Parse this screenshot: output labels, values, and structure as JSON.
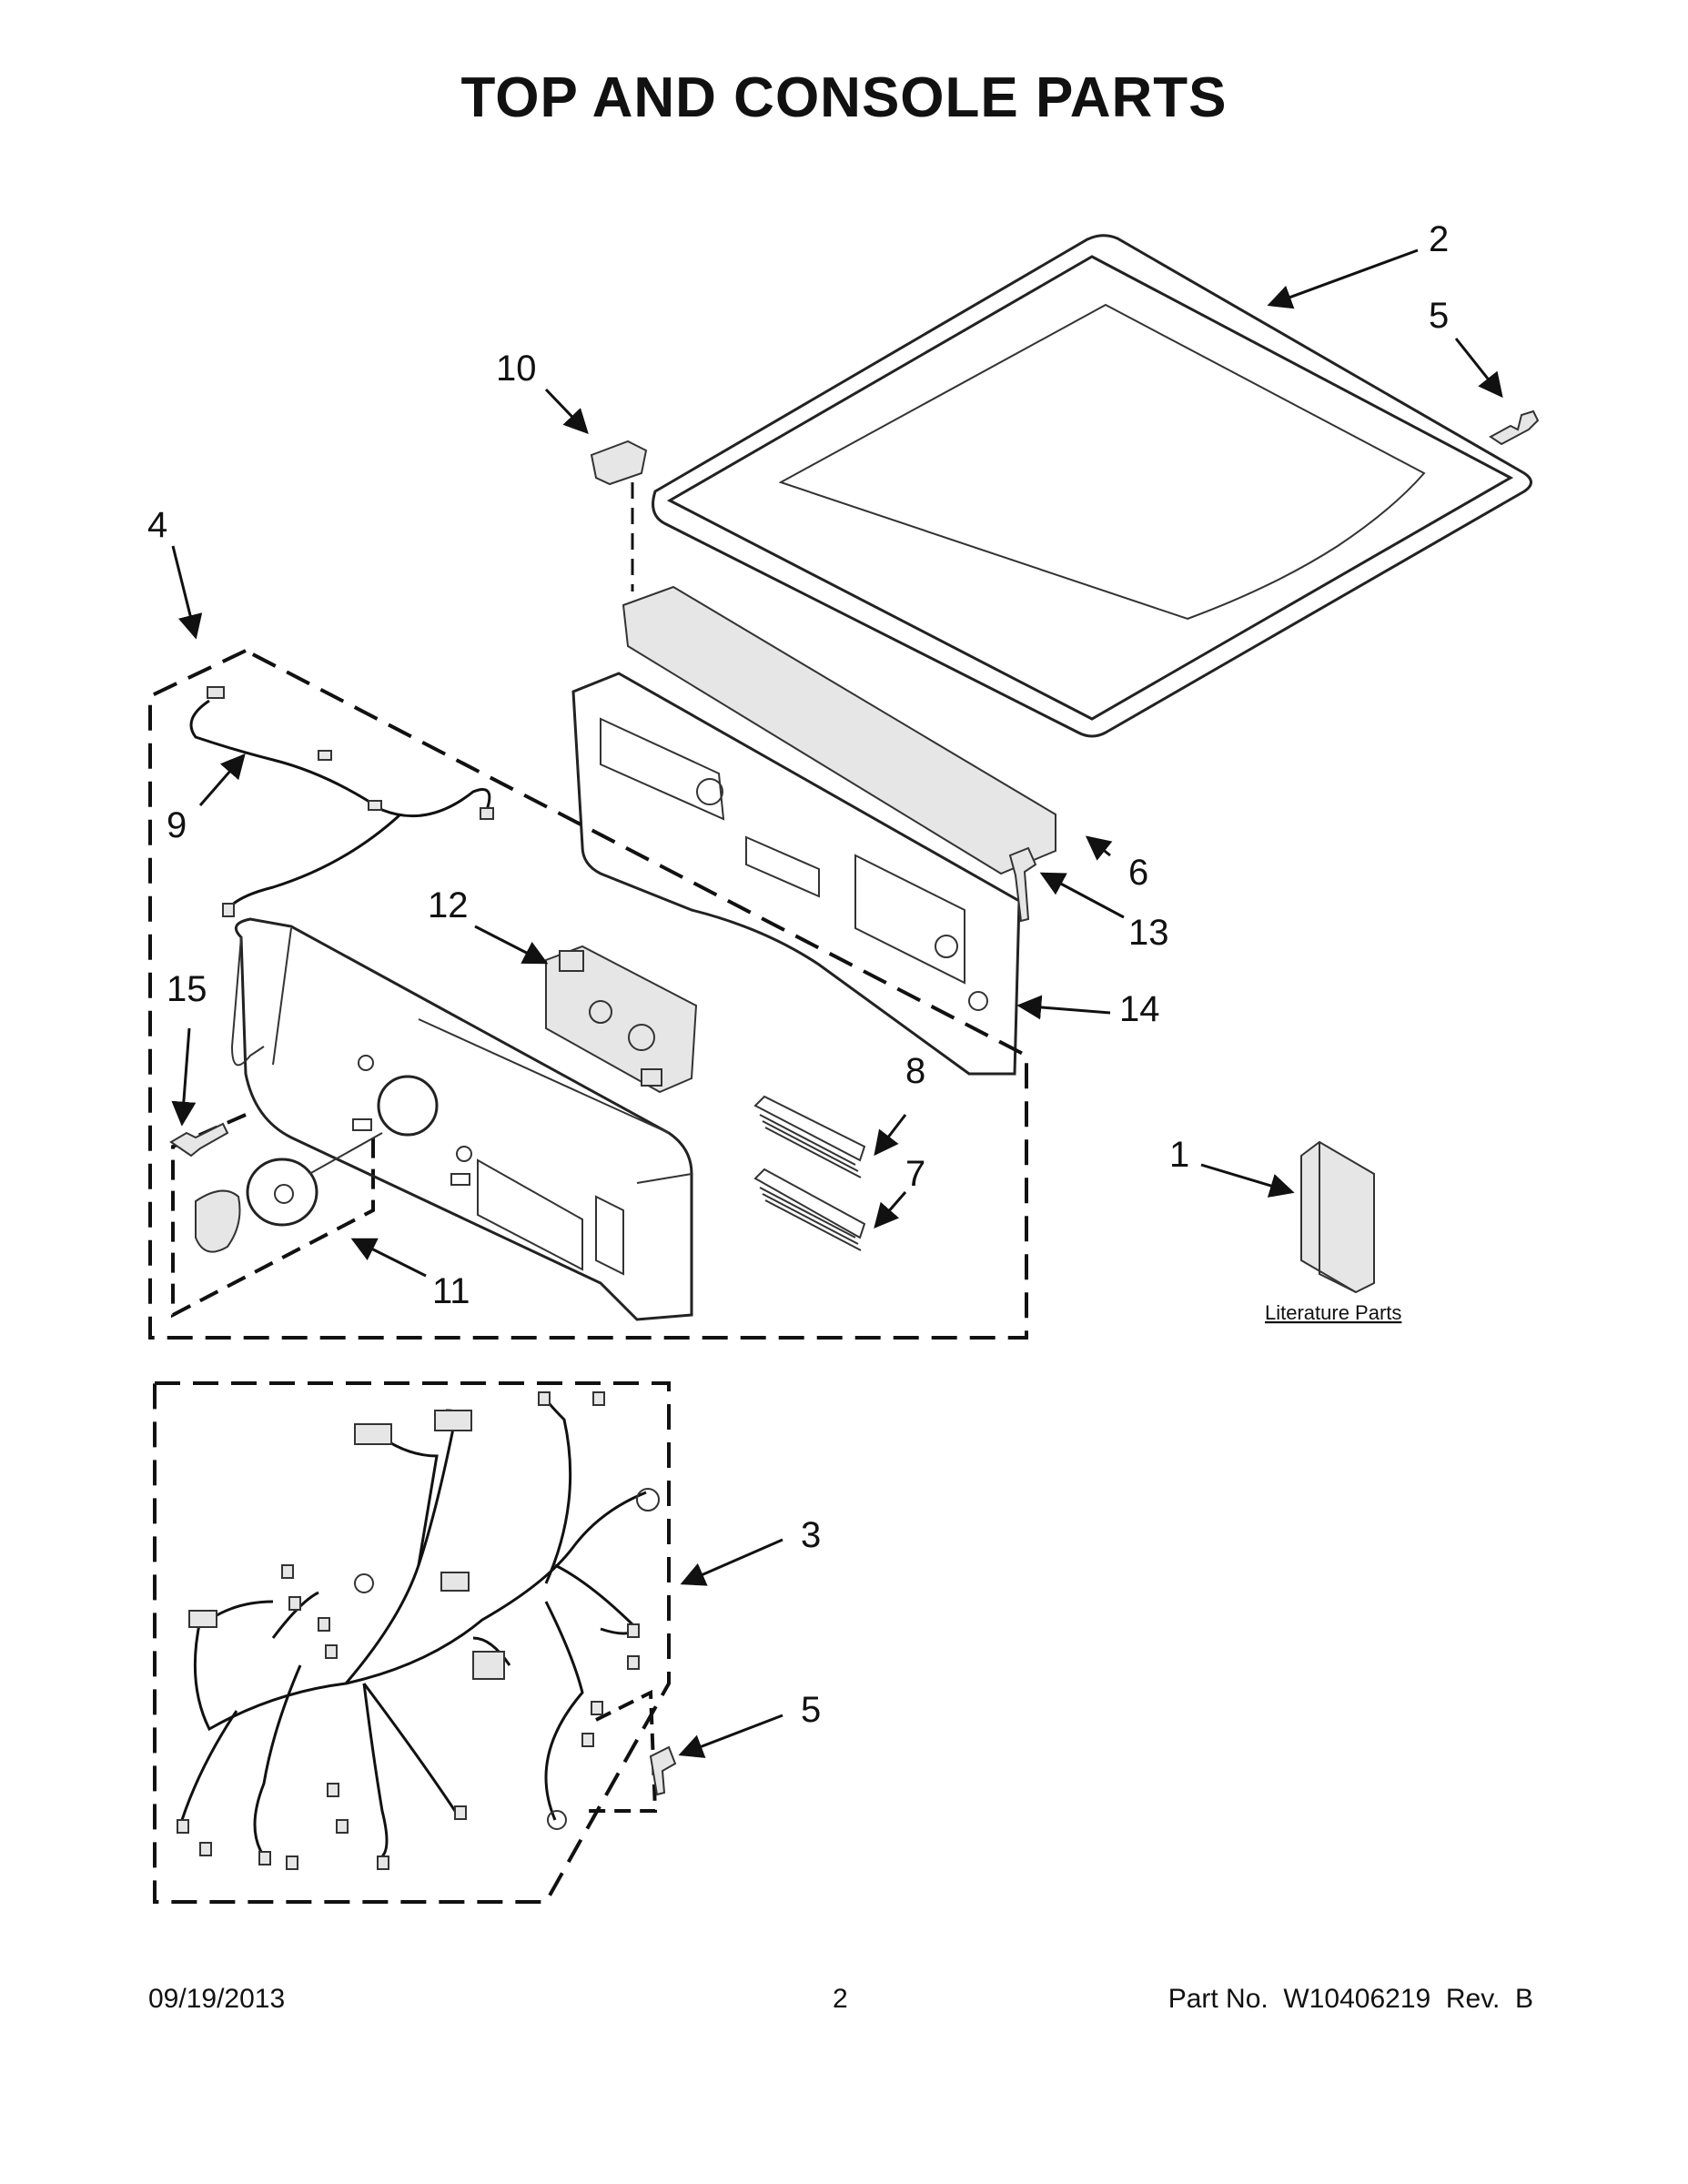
{
  "page": {
    "title": "TOP AND CONSOLE PARTS",
    "footer_date": "09/19/2013",
    "footer_page": "2",
    "footer_part": "Part No.  W10406219  Rev.  B"
  },
  "diagram": {
    "callouts": [
      "1",
      "2",
      "3",
      "4",
      "5",
      "5",
      "6",
      "7",
      "8",
      "9",
      "10",
      "11",
      "12",
      "13",
      "14",
      "15"
    ],
    "literature_label": "Literature Parts"
  }
}
